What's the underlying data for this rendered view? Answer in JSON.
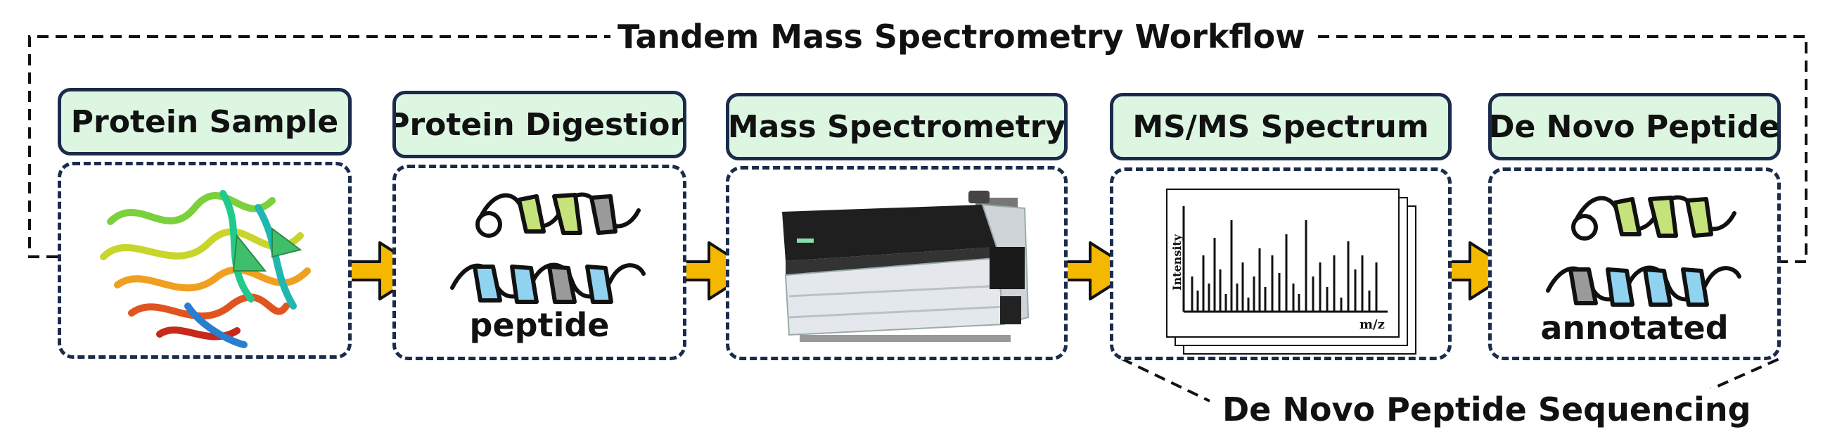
{
  "title": "Tandem Mass Spectrometry Workflow",
  "steps": [
    {
      "label": "Protein Sample",
      "caption": ""
    },
    {
      "label": "Protein Digestion",
      "caption": "peptide"
    },
    {
      "label": "Mass Spectrometry",
      "caption": ""
    },
    {
      "label": "MS/MS Spectrum",
      "caption": ""
    },
    {
      "label": "De Novo Peptide",
      "caption": "annotated"
    }
  ],
  "spectrum": {
    "ylabel": "Intensity",
    "xlabel": "m/z"
  },
  "bottom_label": "De Novo Peptide Sequencing",
  "colors": {
    "header_fill": "#dcf6e2",
    "border": "#1b2b4b",
    "arrow": "#f5b800"
  }
}
